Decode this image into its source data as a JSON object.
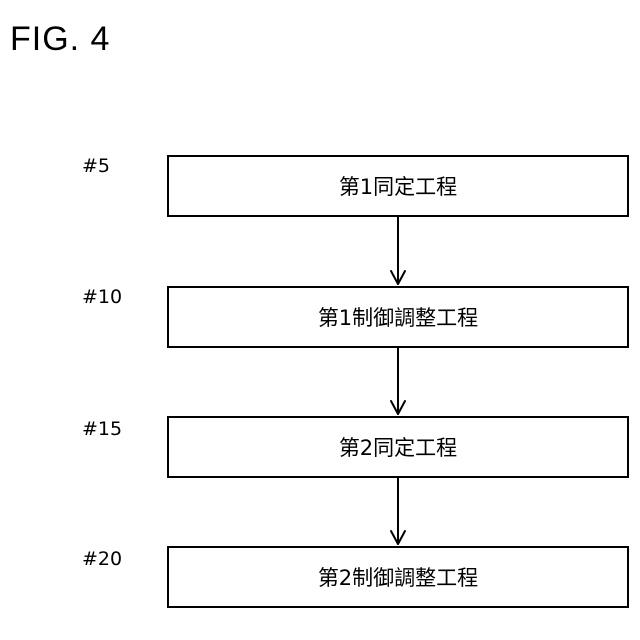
{
  "figure": {
    "title": "FIG. 4"
  },
  "steps": [
    {
      "label": "#5",
      "text": "第1同定工程"
    },
    {
      "label": "#10",
      "text": "第1制御調整工程"
    },
    {
      "label": "#15",
      "text": "第2同定工程"
    },
    {
      "label": "#20",
      "text": "第2制御調整工程"
    }
  ]
}
